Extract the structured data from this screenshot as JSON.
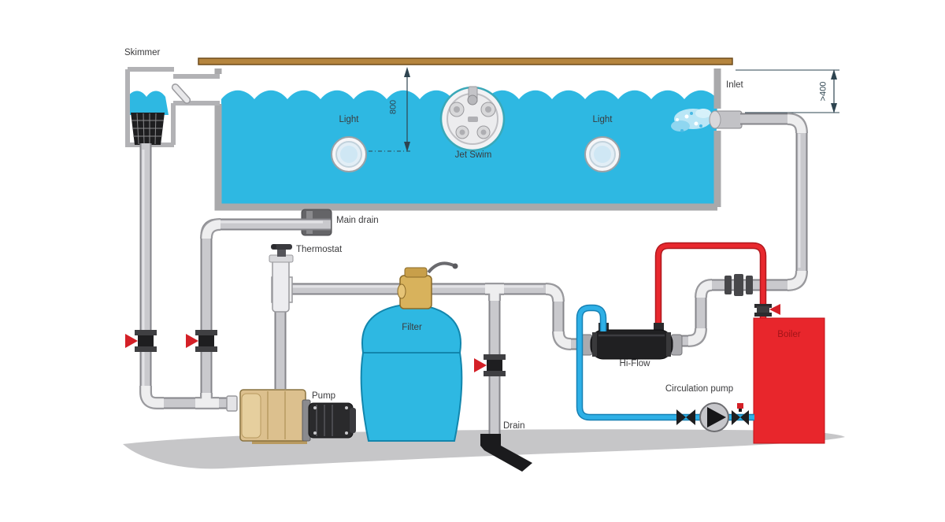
{
  "diagram": {
    "labels": {
      "skimmer": "Skimmer",
      "inlet": "Inlet",
      "light_left": "Light",
      "light_right": "Light",
      "jet_swim": "Jet Swim",
      "dim_depth": "800",
      "dim_inlet": ">400",
      "main_drain": "Main drain",
      "thermostat": "Thermostat",
      "filter": "Filter",
      "pump": "Pump",
      "drain": "Drain",
      "hi_flow": "Hi-Flow",
      "circulation_pump": "Circulation pump",
      "boiler": "Boiler"
    },
    "colors": {
      "water": "#2eb8e2",
      "deck": "#b5853e",
      "pipe_gray": "#c9c9cd",
      "fitting_white": "#eeeeef",
      "fitting_dark": "#47474a",
      "valve_red": "#d42027",
      "pump_body": "#dcc08e",
      "motor_black": "#2a2a2c",
      "filter_blue": "#2eb8e2",
      "brass": "#d8b25c",
      "hi_flow_black": "#202022",
      "boiler_red": "#e8262c",
      "boiler_text": "#a21418",
      "blue_pipe": "#2fb0e6",
      "red_pipe": "#e8282e",
      "ground": "#c6c6c8",
      "label_text": "#3b3b3d"
    }
  }
}
